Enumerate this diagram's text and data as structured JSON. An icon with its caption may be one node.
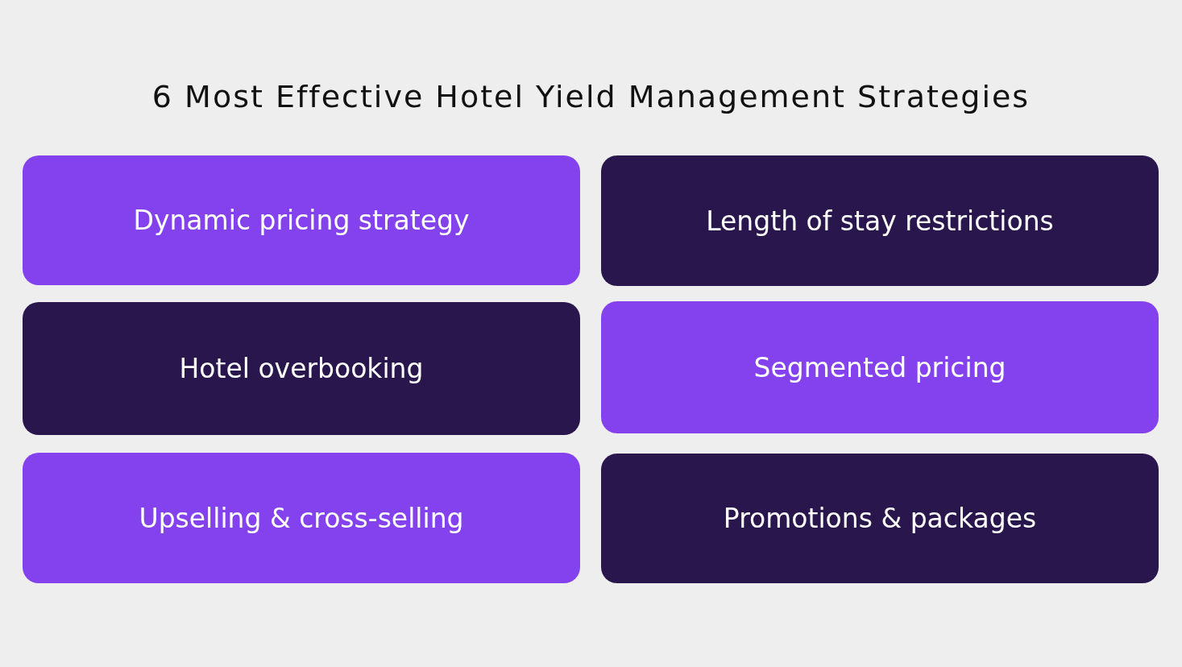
{
  "diagram": {
    "title": "6 Most Effective Hotel Yield Management Strategies",
    "nodes": [
      {
        "text": [
          "Dynamic pricing strategy"
        ]
      },
      {
        "text": [
          "Length of stay restrictions"
        ]
      },
      {
        "text": [
          "Hotel overbooking"
        ]
      },
      {
        "text": [
          "Segmented pricing"
        ]
      },
      {
        "text": [
          "Upselling & cross-selling"
        ]
      },
      {
        "text": [
          "Promotions & packages"
        ]
      }
    ]
  }
}
